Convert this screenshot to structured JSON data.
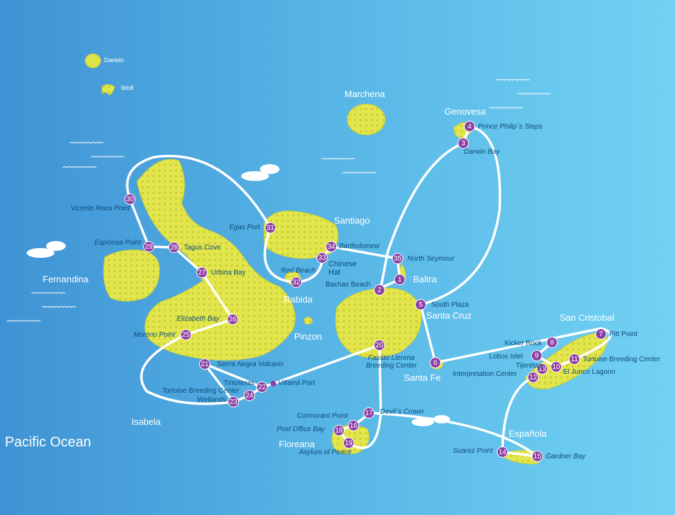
{
  "ocean_label": "Pacific Ocean",
  "colors": {
    "ocean_left": "#3f93d4",
    "ocean_right": "#6fd0f2",
    "island": "#dfe34a",
    "stop_marker": "#8e3fa3",
    "route": "#ffffff"
  },
  "islands": [
    {
      "id": "darwin",
      "name": "Darwin"
    },
    {
      "id": "wolf",
      "name": "Wolf"
    },
    {
      "id": "marchena",
      "name": "Marchena"
    },
    {
      "id": "genovesa",
      "name": "Genovesa"
    },
    {
      "id": "santiago",
      "name": "Santiago"
    },
    {
      "id": "rabida",
      "name": "Rabida"
    },
    {
      "id": "pinzon",
      "name": "Pinzon"
    },
    {
      "id": "baltra",
      "name": "Baltra"
    },
    {
      "id": "santacruz",
      "name": "Santa Cruz"
    },
    {
      "id": "santafe",
      "name": "Santa Fe"
    },
    {
      "id": "sancristobal",
      "name": "San Cristobal"
    },
    {
      "id": "espanola",
      "name": "Española"
    },
    {
      "id": "floreana",
      "name": "Floreana"
    },
    {
      "id": "isabela",
      "name": "Isabela"
    },
    {
      "id": "fernandina",
      "name": "Fernandina"
    }
  ],
  "stops": [
    {
      "n": "1",
      "name": ""
    },
    {
      "n": "2",
      "name": "Bachas Beach"
    },
    {
      "n": "3",
      "name": "Darwin Bay"
    },
    {
      "n": "4",
      "name": "Prince Philip´s Steps"
    },
    {
      "n": "5",
      "name": "South Plaza"
    },
    {
      "n": "6",
      "name": ""
    },
    {
      "n": "7",
      "name": "Pitt Point"
    },
    {
      "n": "8",
      "name": "Kicker Rock"
    },
    {
      "n": "9",
      "name": "Lobos Islet"
    },
    {
      "n": "10",
      "name": "El Junco Lagoon"
    },
    {
      "n": "11",
      "name": "Tortoise Breeding Center"
    },
    {
      "n": "12",
      "name": "Interpretation Center"
    },
    {
      "n": "13",
      "name": "Tijeretas"
    },
    {
      "n": "14",
      "name": "Suarez Point"
    },
    {
      "n": "15",
      "name": "Gardner Bay"
    },
    {
      "n": "16",
      "name": "Devil´s Crown"
    },
    {
      "n": "17",
      "name": "Cormorant Point"
    },
    {
      "n": "18",
      "name": "Post Office Bay"
    },
    {
      "n": "19",
      "name": "Asylum of Peace"
    },
    {
      "n": "20",
      "name": "Fausto Llerena Breeding Center"
    },
    {
      "n": "21",
      "name": "Sierra Negra Volcano"
    },
    {
      "n": "22",
      "name": "Tintoteras"
    },
    {
      "n": "23",
      "name": "Wetlands"
    },
    {
      "n": "24",
      "name": "Tortoise Breeding Center"
    },
    {
      "n": "25",
      "name": "Moreno Point"
    },
    {
      "n": "26",
      "name": "Elizabeth Bay"
    },
    {
      "n": "27",
      "name": "Urbina Bay"
    },
    {
      "n": "28",
      "name": "Tagus Cove"
    },
    {
      "n": "29",
      "name": "Espinosa Point"
    },
    {
      "n": "30",
      "name": "Vicente Roca Point"
    },
    {
      "n": "31",
      "name": "Egas Port"
    },
    {
      "n": "32",
      "name": "Red Beach"
    },
    {
      "n": "33",
      "name": "Chinese Hat"
    },
    {
      "n": "34",
      "name": "Bartholomew"
    },
    {
      "n": "35",
      "name": "North Seymour"
    }
  ],
  "port": {
    "name": "Villamil Port"
  }
}
